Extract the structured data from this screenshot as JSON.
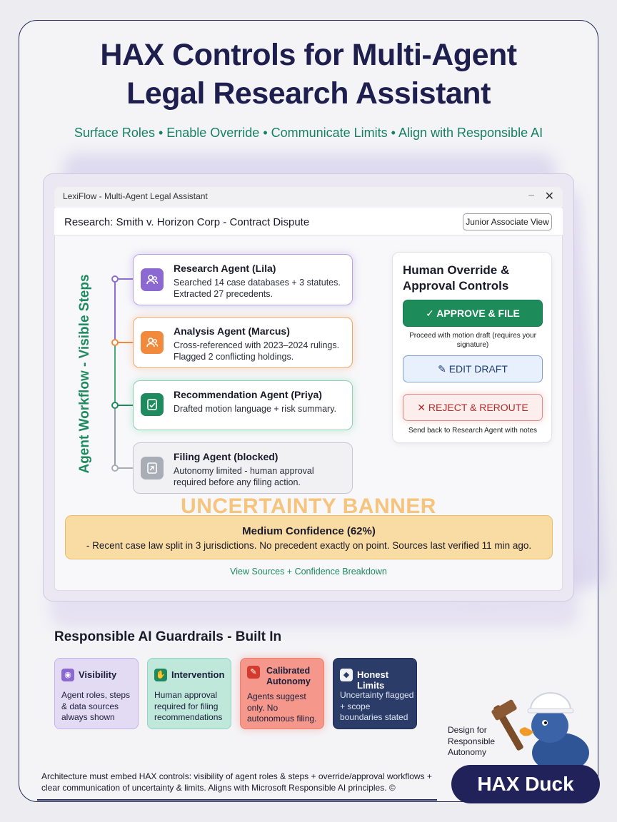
{
  "poster": {
    "title_line1": "HAX Controls for Multi-Agent",
    "title_line2": "Legal Research Assistant",
    "subtitle": "Surface Roles • Enable Override • Communicate Limits • Align with Responsible AI"
  },
  "window": {
    "title": "LexiFlow - Multi-Agent Legal Assistant",
    "minimize_glyph": "–",
    "close_glyph": "✕",
    "research_title": "Research: Smith v. Horizon Corp - Contract Dispute",
    "view_button": "Junior Associate View"
  },
  "workflow": {
    "vertical_label": "Agent Workflow - Visible Steps",
    "agents": [
      {
        "name": "Research Agent (Lila)",
        "desc": "Searched 14 case databases + 3 statutes. Extracted 27 precedents.",
        "color": "#8b69d0",
        "icon": "users-icon"
      },
      {
        "name": "Analysis Agent (Marcus)",
        "desc": "Cross-referenced with 2023–2024 rulings. Flagged 2 conflicting holdings.",
        "color": "#f28a3e",
        "icon": "users-icon"
      },
      {
        "name": "Recommendation Agent (Priya)",
        "desc": "Drafted motion language + risk summary.",
        "color": "#1f8a5e",
        "icon": "document-check-icon"
      },
      {
        "name": "Filing Agent (blocked)",
        "desc": "Autonomy limited - human approval required before any filing action.",
        "color": "#a9adb5",
        "icon": "file-lock-icon"
      }
    ]
  },
  "override": {
    "title": "Human Override & Approval Controls",
    "approve_label": "✓ APPROVE & FILE",
    "approve_note": "Proceed with motion draft (requires your signature)",
    "edit_label": "✎ EDIT DRAFT",
    "reject_label": "✕ REJECT & REROUTE",
    "reject_note": "Send back to Research Agent with notes"
  },
  "uncertainty": {
    "banner_title": "UNCERTAINTY BANNER",
    "confidence": "Medium Confidence (62%)",
    "details": "- Recent case law split in 3 jurisdictions. No precedent exactly on point. Sources last verified 11 min ago.",
    "view_sources": "View Sources + Confidence Breakdown"
  },
  "guardrails": {
    "title": "Responsible AI Guardrails - Built In",
    "tiles": [
      {
        "name": "Visibility",
        "body": "Agent roles, steps & data sources always shown",
        "icon": "eye-icon"
      },
      {
        "name": "Intervention",
        "body": "Human approval required for filing recommendations",
        "icon": "hand-icon"
      },
      {
        "name": "Calibrated Autonomy",
        "body": "Agents suggest only. No autonomous filing.",
        "icon": "pencil-icon"
      },
      {
        "name": "Honest Limits",
        "body": "Uncertainty flagged + scope boundaries stated",
        "icon": "shield-icon"
      }
    ]
  },
  "footer": {
    "text": "Architecture must embed HAX controls: visibility of agent roles & steps + override/approval workflows + clear communication of uncertainty & limits. Aligns with Microsoft Responsible AI principles. ©"
  },
  "branding": {
    "design_note": "Design for Responsible Autonomy",
    "duck_label": "HAX Duck"
  }
}
